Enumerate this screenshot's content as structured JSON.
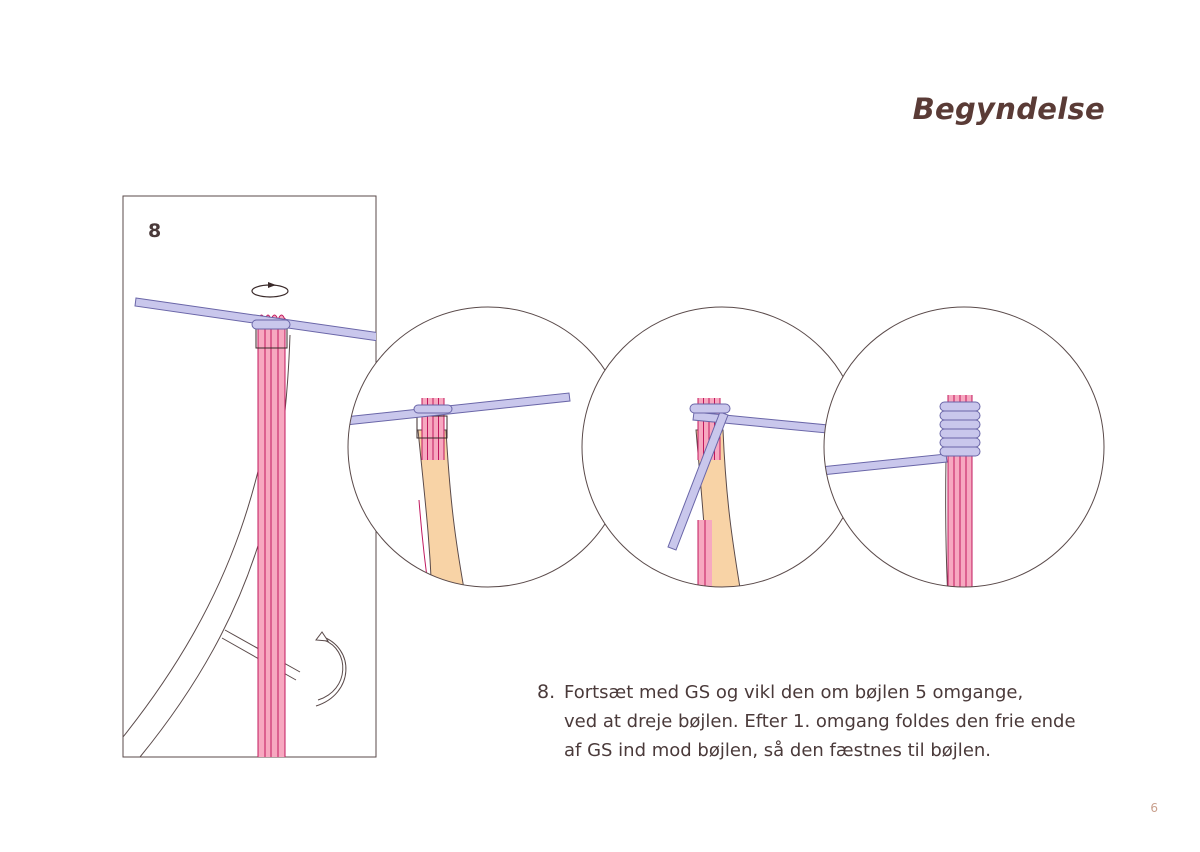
{
  "page": {
    "title": "Begyndelse",
    "page_number": "6"
  },
  "step": {
    "panel_label": "8",
    "number": "8.",
    "lines": [
      "Fortsæt med GS og vikl den om bøjlen 5 omgange,",
      "ved at dreje bøjlen. Efter 1. omgang foldes den frie ende",
      "af GS ind mod bøjlen, så den fæstnes til bøjlen."
    ]
  },
  "colors": {
    "title": "#5a3b36",
    "text": "#4a3a3a",
    "core_pink": "#f7a8c0",
    "core_line": "#c0185e",
    "wire_lavender": "#c9c7ec",
    "wire_outline": "#6a66a8",
    "hoop_tan": "#f8d3a6",
    "outline": "#5a4a4a",
    "page_number": "#c9a08d"
  },
  "icons": {
    "rotate": "rotate-arrow-icon",
    "hook": "hook-arrow-icon"
  }
}
